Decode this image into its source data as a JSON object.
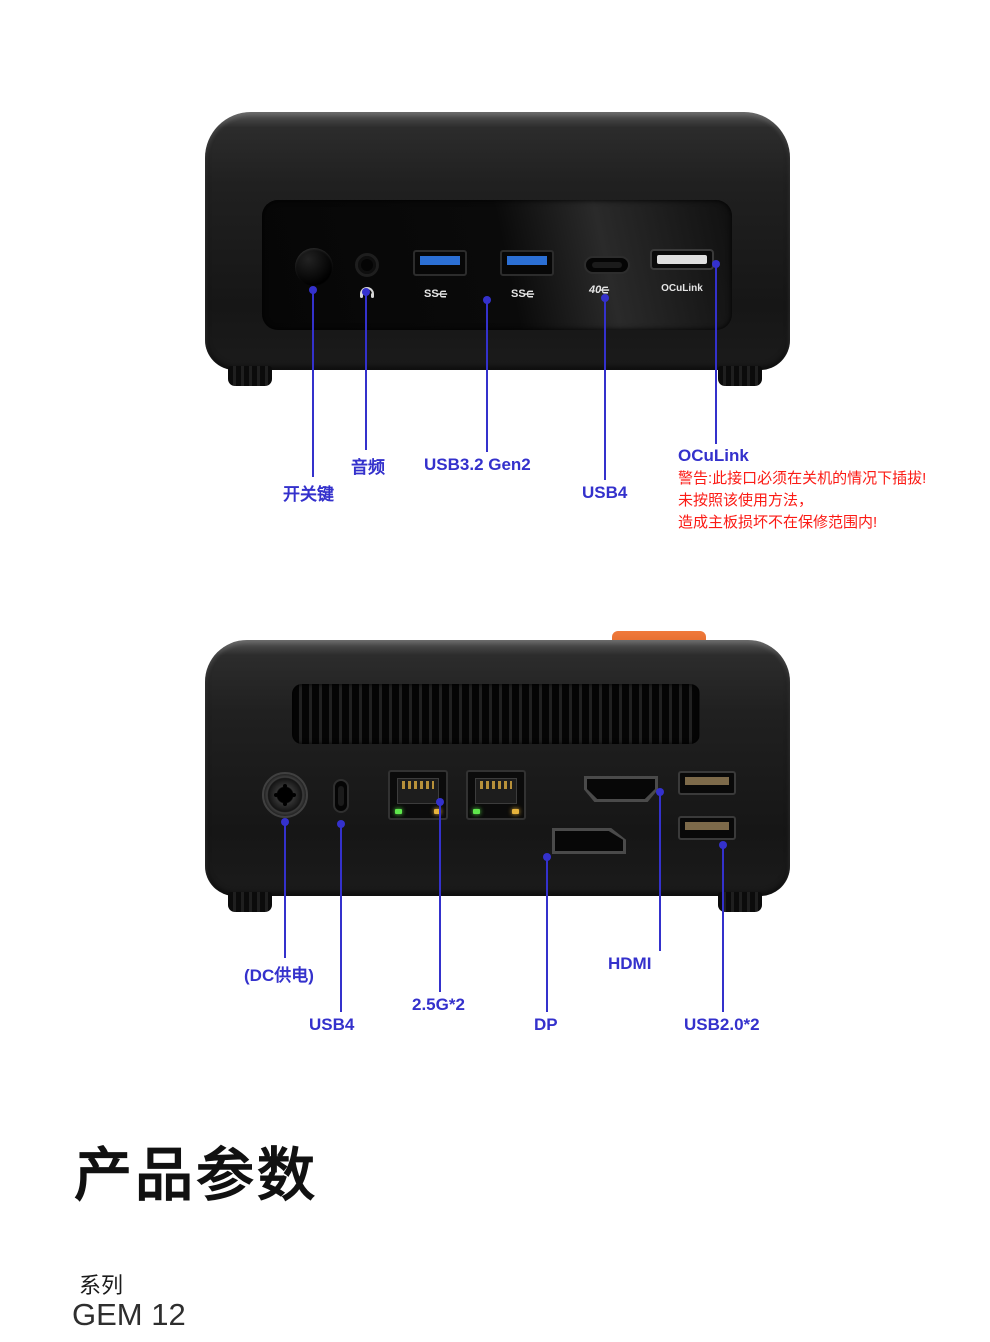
{
  "front_view": {
    "port_marks": {
      "usb_a": "SS",
      "usb_c": "40",
      "oculink": "OCuLink"
    },
    "callouts": {
      "power": "开关键",
      "audio": "音频",
      "usb32": "USB3.2 Gen2",
      "usb4": "USB4",
      "oculink": "OCuLink"
    },
    "warning": {
      "line1": "警告:此接口必须在关机的情况下插拔!",
      "line2": "未按照该使用方法，",
      "line3": "造成主板损坏不在保修范围内!"
    }
  },
  "rear_view": {
    "callouts": {
      "dc": "(DC供电)",
      "usb4": "USB4",
      "lan": "2.5G*2",
      "dp": "DP",
      "hdmi": "HDMI",
      "usb2": "USB2.0*2"
    }
  },
  "spec_section": {
    "heading": "产品参数",
    "series_label": "系列",
    "series_value": "GEM 12"
  },
  "icons": {
    "usb_trident": "ψ"
  },
  "colors": {
    "callout_blue": "#3431cc",
    "warning_red": "#fb1a14",
    "accent_orange": "#e2692c",
    "usb_port_blue": "#2b6fd4"
  }
}
